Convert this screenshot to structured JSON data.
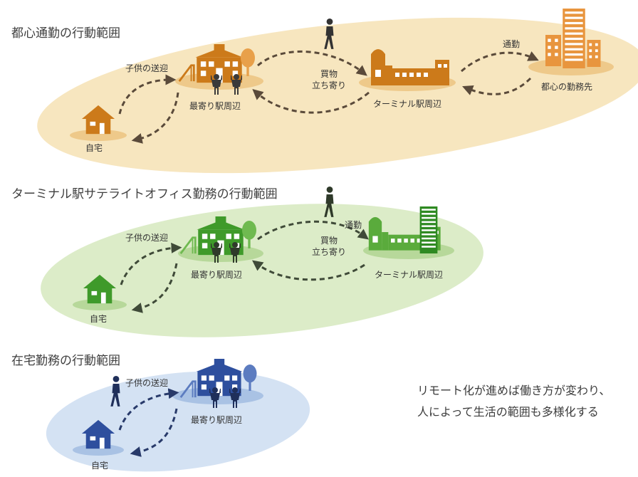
{
  "sections": [
    {
      "title": "都心通勤の行動範囲",
      "color": "#cc7a1a",
      "bg": "#f7e6bf",
      "labels": {
        "home": "自宅",
        "school_trip": "子供の送迎",
        "station_near": "最寄り駅周辺",
        "shopping": "買物\n立ち寄り",
        "terminal": "ターミナル駅周辺",
        "commute": "通勤",
        "office": "都心の勤務先"
      }
    },
    {
      "title": "ターミナル駅サテライトオフィス勤務の行動範囲",
      "color": "#3f9a2a",
      "bg": "#dcecc8",
      "labels": {
        "home": "自宅",
        "school_trip": "子供の送迎",
        "station_near": "最寄り駅周辺",
        "commute": "通勤",
        "shopping": "買物\n立ち寄り",
        "terminal": "ターミナル駅周辺"
      }
    },
    {
      "title": "在宅勤務の行動範囲",
      "color": "#2e4f9e",
      "bg": "#d4e2f3",
      "labels": {
        "home": "自宅",
        "school_trip": "子供の送迎",
        "station_near": "最寄り駅周辺"
      }
    }
  ],
  "caption": {
    "line1": "リモート化が進めば働き方が変わり、",
    "line2": "人によって生活の範囲も多様化する"
  },
  "icons": [
    "house-icon",
    "school-icon",
    "children-icon",
    "walker-icon",
    "station-icon",
    "office-building-icon",
    "tree-icon",
    "slide-icon",
    "curved-arrow-icon"
  ]
}
